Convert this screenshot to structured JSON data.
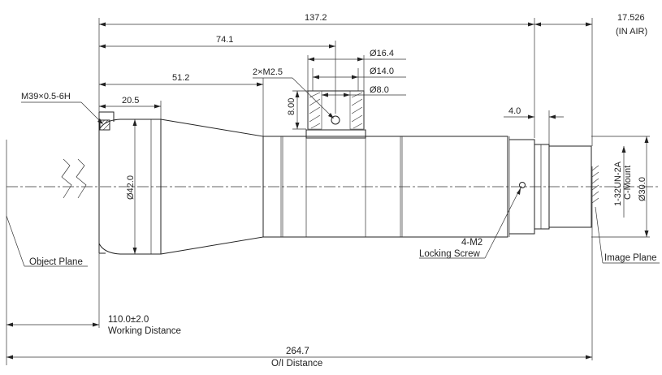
{
  "dimensions": {
    "overall_length": "137.2",
    "back_focal": "17.526",
    "back_focal_note": "(IN AIR)",
    "dist_to_mount_boss": "74.1",
    "dist_to_screw": "51.2",
    "front_segment": "20.5",
    "front_thread": "M39×0.5-6H",
    "front_diameter": "Ø42.0",
    "boss_outer": "Ø16.4",
    "boss_mid": "Ø14.0",
    "boss_inner": "Ø8.0",
    "boss_height": "8.00",
    "boss_screws": "2×M2.5",
    "flange_gap": "4.0",
    "mount_thread": "1-32UN-2A",
    "mount_type": "C-Mount",
    "mount_diameter": "Ø30.0",
    "working_distance": "110.0±2.0",
    "oi_distance": "264.7"
  },
  "labels": {
    "object_plane": "Object Plane",
    "image_plane": "Image Plane",
    "working_distance": "Working Distance",
    "oi_distance": "O/I Distance",
    "locking_screw_count": "4-M2",
    "locking_screw": "Locking Screw"
  }
}
